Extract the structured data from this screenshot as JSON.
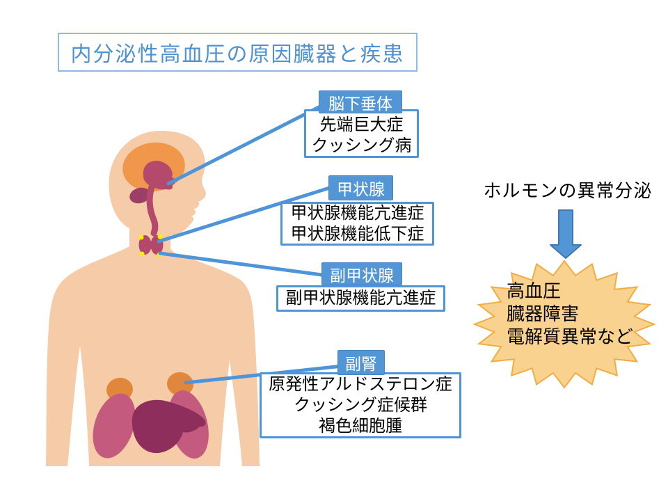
{
  "title": "内分泌性高血圧の原因臓器と疾患",
  "organs": [
    {
      "id": "pituitary",
      "label": "脳下垂体",
      "diseases": [
        "先端巨大症",
        "クッシング病"
      ]
    },
    {
      "id": "thyroid",
      "label": "甲状腺",
      "diseases": [
        "甲状腺機能亢進症",
        "甲状腺機能低下症"
      ]
    },
    {
      "id": "parathyroid",
      "label": "副甲状腺",
      "diseases": [
        "副甲状腺機能亢進症"
      ]
    },
    {
      "id": "adrenal",
      "label": "副腎",
      "diseases": [
        "原発性アルドステロン症",
        "クッシング症候群",
        "褐色細胞腫"
      ]
    }
  ],
  "right_panel": {
    "cause": "ホルモンの異常分泌",
    "arrow_icon": "down-block-arrow",
    "burst_icon": "starburst",
    "effects": [
      "高血圧",
      "臓器障害",
      "電解質異常など"
    ]
  },
  "colors": {
    "accent_blue": "#5296D5",
    "line_blue": "#4E94D8",
    "title_blue": "#4F92D2",
    "arrow_border": "#4176AE",
    "skin": "#F6CBA7",
    "brain_orange": "#F0974C",
    "organ_rose": "#B5496C",
    "cerebellum_maroon": "#9B3F66",
    "thyroid_rose": "#B3486A",
    "organ_dark": "#8E2E5C",
    "kidney_pink": "#C45A7D",
    "adrenal_orange": "#E0873B",
    "parathyroid_yellow": "#FFEF00",
    "burst_fill": "#FAD28F",
    "burst_border": "#F1AC42",
    "text_black": "#000000",
    "background": "#FFFFFF"
  }
}
